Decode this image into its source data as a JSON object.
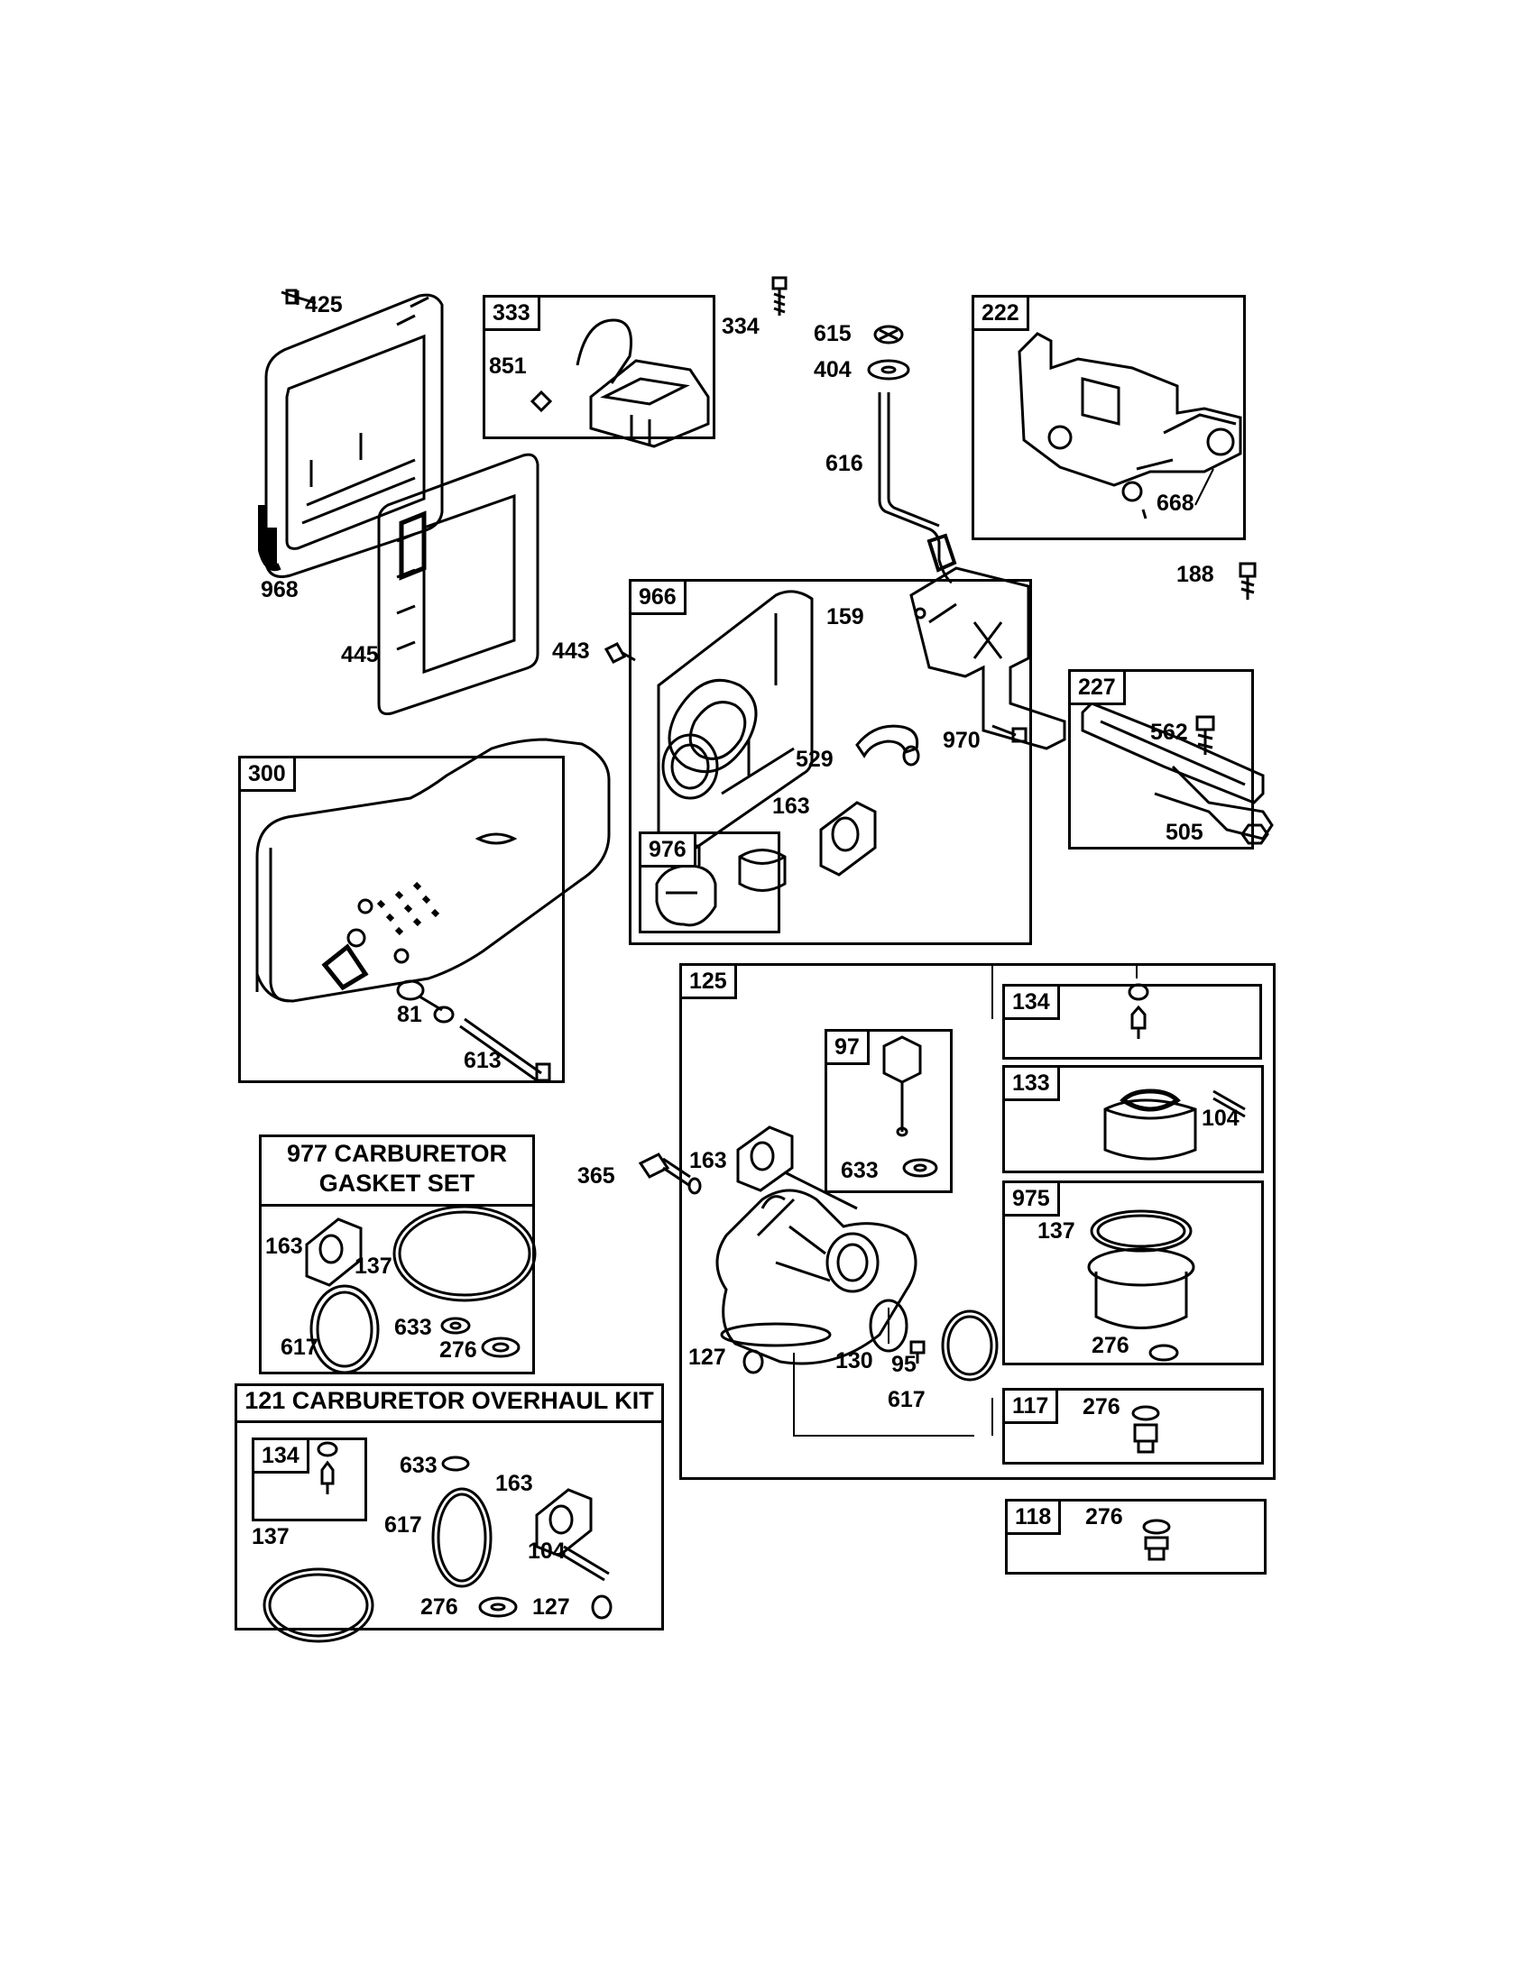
{
  "kits": {
    "gasket_set": {
      "title_line1": "977 CARBURETOR",
      "title_line2": "GASKET SET"
    },
    "overhaul_kit": {
      "title": "121 CARBURETOR OVERHAUL KIT"
    }
  },
  "boxes": {
    "b333": "333",
    "b222": "222",
    "b966": "966",
    "b976": "976",
    "b227": "227",
    "b300": "300",
    "b125": "125",
    "b97": "97",
    "b134": "134",
    "b133": "133",
    "b975": "975",
    "b117": "117",
    "b118": "118",
    "b134kit": "134"
  },
  "labels": {
    "p425": "425",
    "p968": "968",
    "p445": "445",
    "p851": "851",
    "p334": "334",
    "p615": "615",
    "p404": "404",
    "p616": "616",
    "p668": "668",
    "p188": "188",
    "p443": "443",
    "p159": "159",
    "p529": "529",
    "p970": "970",
    "p163a": "163",
    "p562": "562",
    "p505": "505",
    "p81": "81",
    "p613": "613",
    "p365": "365",
    "p163b": "163",
    "p633a": "633",
    "p104a": "104",
    "p137a": "137",
    "p276a": "276",
    "p127a": "127",
    "p130": "130",
    "p95": "95",
    "p617a": "617",
    "p276b": "276",
    "p276c": "276",
    "p163c": "163",
    "p137b": "137",
    "p617b": "617",
    "p633b": "633",
    "p276d": "276",
    "p633c": "633",
    "p163d": "163",
    "p137c": "137",
    "p617c": "617",
    "p104b": "104",
    "p276e": "276",
    "p127b": "127"
  }
}
